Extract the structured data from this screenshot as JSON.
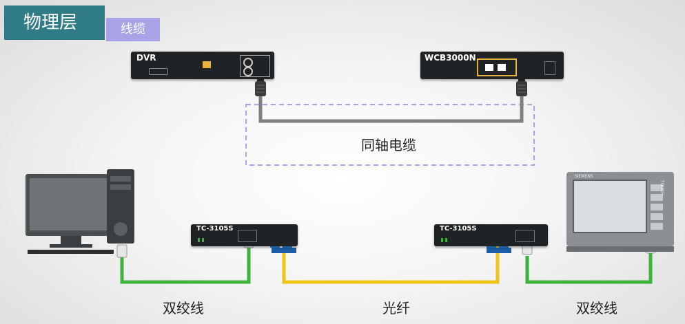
{
  "header": {
    "title": "物理层",
    "subtitle": "线缆"
  },
  "devices": {
    "dvr": "DVR",
    "wcb": "WCB3000N",
    "tc_left": "TC-3105S",
    "tc_right": "TC-3105S",
    "panel_brand": "SIEMENS",
    "panel_side": "TOUCH"
  },
  "cables": {
    "coax": "同轴电缆",
    "twisted_left": "双绞线",
    "fiber": "光纤",
    "twisted_right": "双绞线"
  },
  "colors": {
    "title_bg": "#2f7b86",
    "subtitle_bg": "#a7a3e6",
    "twisted": "#3db33d",
    "fiber": "#f0c419",
    "coax": "#7f7f7f",
    "dash": "#a9a4e8"
  }
}
